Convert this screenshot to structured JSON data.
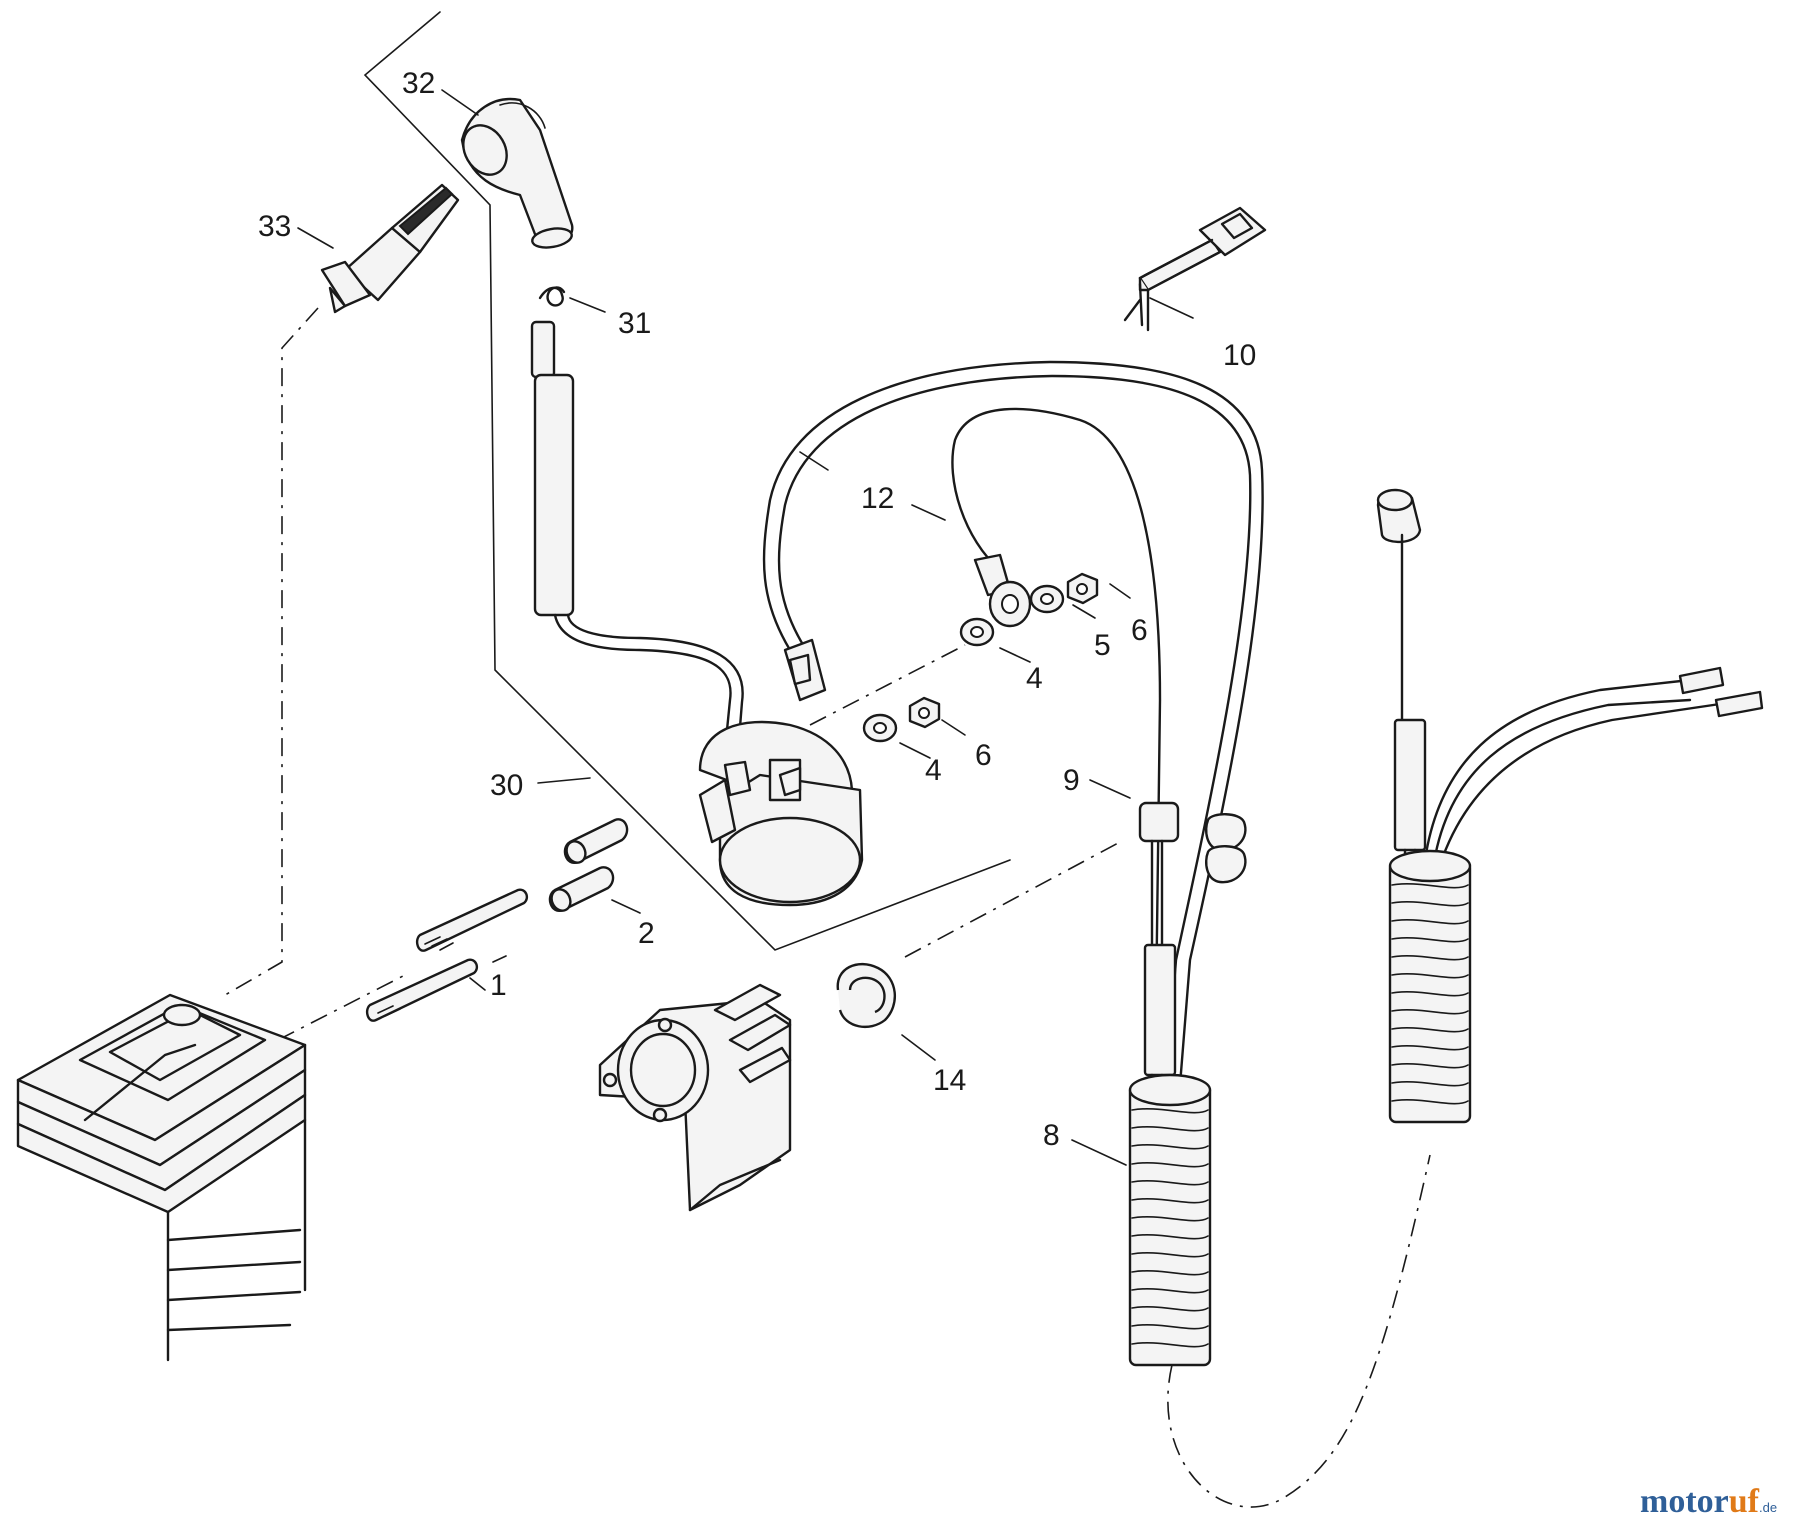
{
  "diagram": {
    "part_labels": {
      "p1": "1",
      "p2": "2",
      "p4a": "4",
      "p4b": "4",
      "p5": "5",
      "p6a": "6",
      "p6b": "6",
      "p8": "8",
      "p9": "9",
      "p10": "10",
      "p12": "12",
      "p14": "14",
      "p30": "30",
      "p31": "31",
      "p32": "32",
      "p33": "33"
    }
  },
  "watermark": {
    "brand_start": "motor",
    "brand_end": "uf",
    "tld": ".de"
  }
}
